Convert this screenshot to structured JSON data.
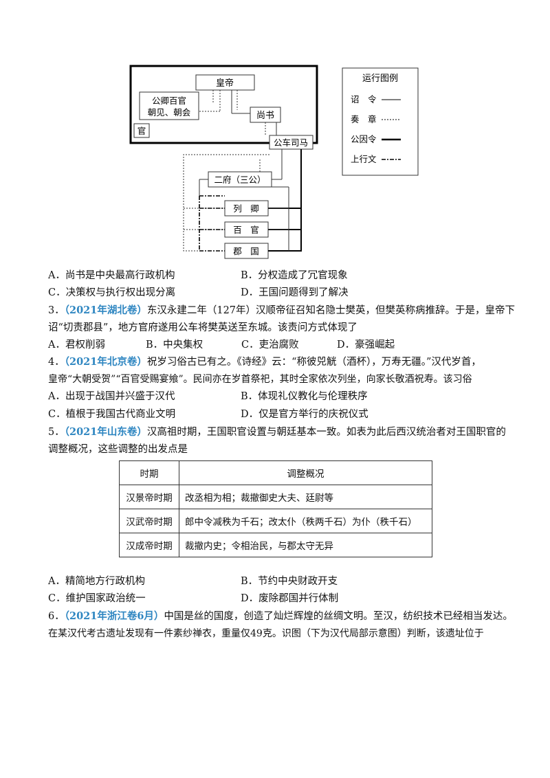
{
  "diagram": {
    "emperor": "皇帝",
    "ministers_line1": "公卿百官",
    "ministers_line2": "朝见、朝会",
    "shangshu": "尚书",
    "guan": "官",
    "gongche": "公车司马",
    "erfu": "二府（三公）",
    "lieqing": "列　卿",
    "baiguan": "百　官",
    "junguo": "郡　国"
  },
  "legend": {
    "title": "运行图例",
    "items": [
      "诏　令",
      "奏　章",
      "公因令",
      "上行文"
    ]
  },
  "q2": {
    "options": [
      "A．尚书是中央最高行政机构",
      "B．分权造成了冗官现象",
      "C．决策权与执行权出现分离",
      "D．王国问题得到了解决"
    ]
  },
  "q3": {
    "number": "3．",
    "source": "（2021年湖北卷）",
    "line1": "东汉永建二年（127年）汉顺帝征召知名隐士樊英，但樊英称病推辞。于是，皇帝下",
    "line2": "诏“切责郡县”，地方官府遂用公车将樊英送至东城。该责问方式体现了",
    "options": [
      "A．君权削弱",
      "B．中央集权",
      "C．吏治腐败",
      "D．豪强崛起"
    ]
  },
  "q4": {
    "number": "4．",
    "source": "（2021年北京卷）",
    "line1": "祝岁习俗古已有之。《诗经》云：“称彼兕觥（酒杯），万寿无疆。”汉代岁首，",
    "line2": "皇帝“大朝受贺”“百官受赐宴飨”。民间亦在岁首祭祀，其时全家依次列坐，向家长敬酒祝寿。该习俗",
    "options": [
      "A．出现于战国并兴盛于汉代",
      "B．体现礼仪教化与伦理秩序",
      "C．植根于我国古代商业文明",
      "D．仅是官方举行的庆祝仪式"
    ]
  },
  "q5": {
    "number": "5．",
    "source": "（2021年山东卷）",
    "line1": "汉高祖时期，王国职官设置与朝廷基本一致。如表为此后西汉统治者对王国职官的",
    "line2": "调整概况，这些调整的出发点是",
    "table": {
      "headers": [
        "时期",
        "调整概况"
      ],
      "rows": [
        [
          "汉景帝时期",
          "改丞相为相；裁撤御史大夫、廷尉等"
        ],
        [
          "汉武帝时期",
          "郎中令减秩为千石；改太仆（秩两千石）为仆（秩千石）"
        ],
        [
          "汉成帝时期",
          "裁撤内史；令相治民，与郡太守无异"
        ]
      ]
    },
    "options": [
      "A．精简地方行政机构",
      "B．节约中央财政开支",
      "C．维护国家政治统一",
      "D．废除郡国并行体制"
    ]
  },
  "q6": {
    "number": "6．",
    "source": "（2021年浙江卷6月）",
    "line1": "中国是丝的国度，创造了灿烂辉煌的丝绸文明。至汉，纺织技术已经相当发达。",
    "line2": "在某汉代考古遗址发现有一件素纱禅衣，重量仅49克。识图（下为汉代局部示意图）判断，该遗址位于"
  }
}
